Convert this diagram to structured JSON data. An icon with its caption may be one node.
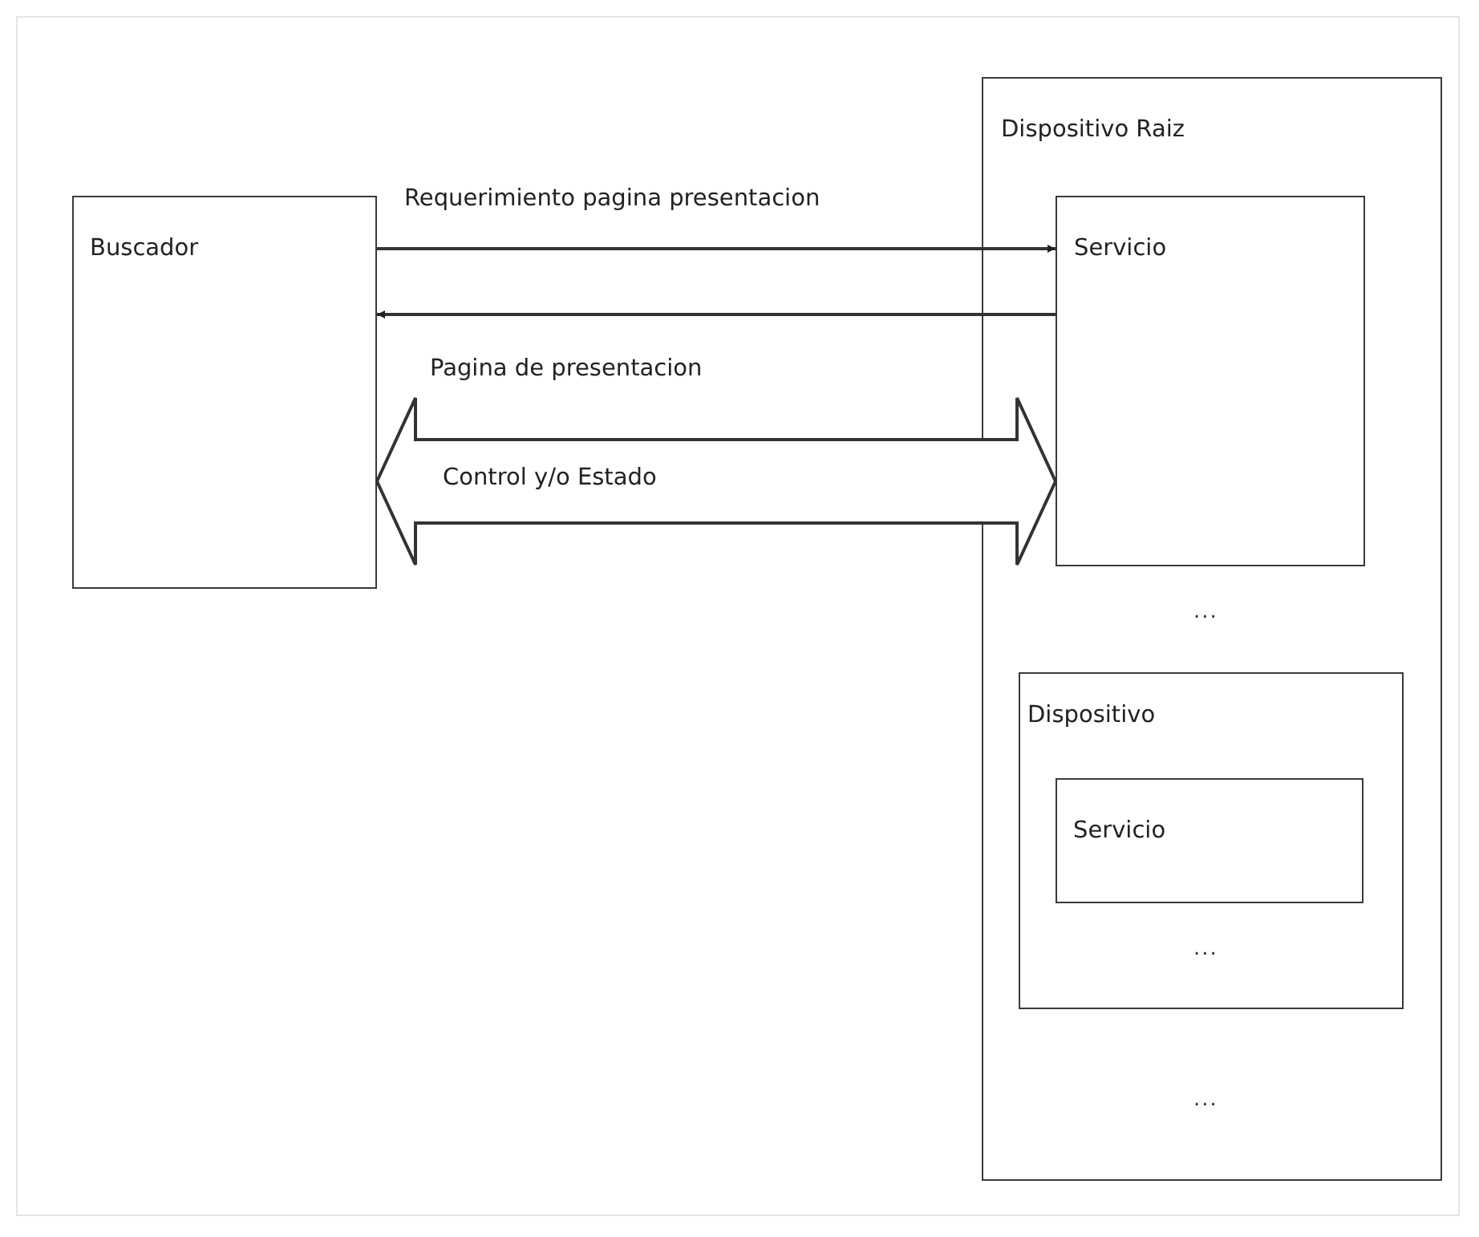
{
  "diagram": {
    "nodes": [
      {
        "text": [
          "Buscador"
        ]
      },
      {
        "text": [
          "Dispositivo Raiz"
        ]
      },
      {
        "text": [
          "Servicio"
        ],
        "in": 1
      },
      {
        "text": [
          "Dispositivo"
        ],
        "in": 1
      },
      {
        "text": [
          "Servicio"
        ],
        "in": 3
      }
    ],
    "edges": [
      {
        "from": 0,
        "to": 2,
        "arrow": "to",
        "label": "Requerimiento pagina presentacion"
      },
      {
        "from": 2,
        "to": 0,
        "arrow": "to",
        "label": "Pagina de presentacion"
      },
      {
        "from": 0,
        "to": 2,
        "arrow": "both",
        "label": "Control y/o Estado",
        "style": "thick"
      }
    ],
    "labels": [
      "...",
      "...",
      "..."
    ]
  }
}
